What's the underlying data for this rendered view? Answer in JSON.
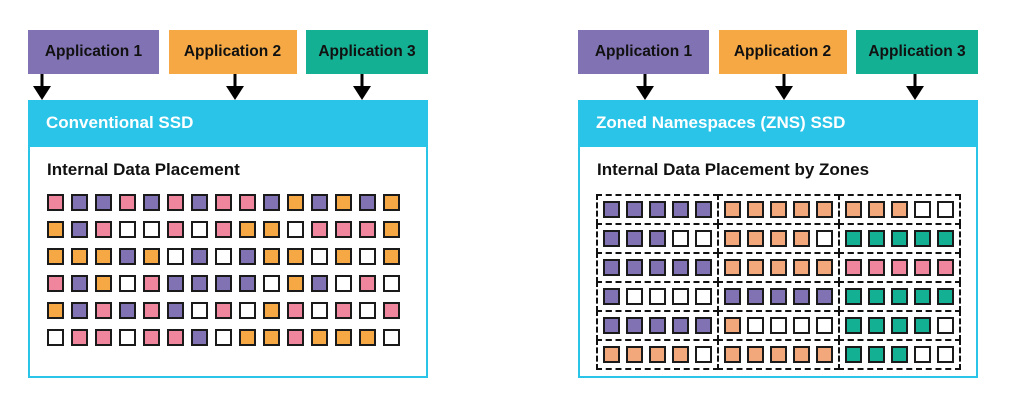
{
  "colors": {
    "purple": "#8172B4",
    "orange": "#F5A843",
    "teal": "#14B093",
    "pink": "#F0869E",
    "peach": "#F2A87A",
    "white": "#FFFFFF",
    "header_bg": "#2AC4E8",
    "panel_border": "#2AC4E8",
    "header_text": "#FFFFFF",
    "block_border": "#1A1A1A",
    "arrow": "#000000"
  },
  "left_panel": {
    "applications": [
      {
        "label": "Application 1",
        "color": "purple"
      },
      {
        "label": "Application 2",
        "color": "orange"
      },
      {
        "label": "Application 3",
        "color": "teal"
      }
    ],
    "header": "Conventional SSD",
    "body_title": "Internal Data Placement",
    "grid": [
      [
        "pink",
        "purple",
        "purple",
        "pink",
        "purple",
        "pink",
        "purple",
        "pink",
        "pink",
        "purple",
        "orange",
        "purple",
        "orange",
        "purple",
        "orange"
      ],
      [
        "orange",
        "purple",
        "pink",
        "white",
        "white",
        "pink",
        "white",
        "pink",
        "orange",
        "orange",
        "white",
        "pink",
        "pink",
        "pink",
        "orange"
      ],
      [
        "orange",
        "orange",
        "orange",
        "purple",
        "orange",
        "white",
        "purple",
        "white",
        "purple",
        "orange",
        "orange",
        "white",
        "orange",
        "white",
        "orange"
      ],
      [
        "pink",
        "purple",
        "orange",
        "white",
        "pink",
        "purple",
        "purple",
        "purple",
        "purple",
        "white",
        "orange",
        "purple",
        "white",
        "pink",
        "white"
      ],
      [
        "orange",
        "purple",
        "pink",
        "purple",
        "pink",
        "purple",
        "white",
        "pink",
        "white",
        "orange",
        "pink",
        "white",
        "pink",
        "white",
        "pink"
      ],
      [
        "white",
        "pink",
        "pink",
        "white",
        "pink",
        "pink",
        "purple",
        "white",
        "orange",
        "orange",
        "pink",
        "orange",
        "orange",
        "orange",
        "white"
      ]
    ]
  },
  "right_panel": {
    "applications": [
      {
        "label": "Application 1",
        "color": "purple"
      },
      {
        "label": "Application 2",
        "color": "orange"
      },
      {
        "label": "Application 3",
        "color": "teal"
      }
    ],
    "header": "Zoned Namespaces (ZNS) SSD",
    "body_title": "Internal Data Placement by Zones",
    "zone_rows": [
      [
        [
          "purple",
          "purple",
          "purple",
          "purple",
          "purple"
        ],
        [
          "peach",
          "peach",
          "peach",
          "peach",
          "peach"
        ],
        [
          "peach",
          "peach",
          "peach",
          "white",
          "white"
        ]
      ],
      [
        [
          "purple",
          "purple",
          "purple",
          "white",
          "white"
        ],
        [
          "peach",
          "peach",
          "peach",
          "peach",
          "white"
        ],
        [
          "teal",
          "teal",
          "teal",
          "teal",
          "teal"
        ]
      ],
      [
        [
          "purple",
          "purple",
          "purple",
          "purple",
          "purple"
        ],
        [
          "peach",
          "peach",
          "peach",
          "peach",
          "peach"
        ],
        [
          "pink",
          "pink",
          "pink",
          "pink",
          "pink"
        ]
      ],
      [
        [
          "purple",
          "white",
          "white",
          "white",
          "white"
        ],
        [
          "purple",
          "purple",
          "purple",
          "purple",
          "purple"
        ],
        [
          "teal",
          "teal",
          "teal",
          "teal",
          "teal"
        ]
      ],
      [
        [
          "purple",
          "purple",
          "purple",
          "purple",
          "purple"
        ],
        [
          "peach",
          "white",
          "white",
          "white",
          "white"
        ],
        [
          "teal",
          "teal",
          "teal",
          "teal",
          "white"
        ]
      ],
      [
        [
          "peach",
          "peach",
          "peach",
          "peach",
          "white"
        ],
        [
          "peach",
          "peach",
          "peach",
          "peach",
          "peach"
        ],
        [
          "teal",
          "teal",
          "teal",
          "white",
          "white"
        ]
      ]
    ]
  }
}
